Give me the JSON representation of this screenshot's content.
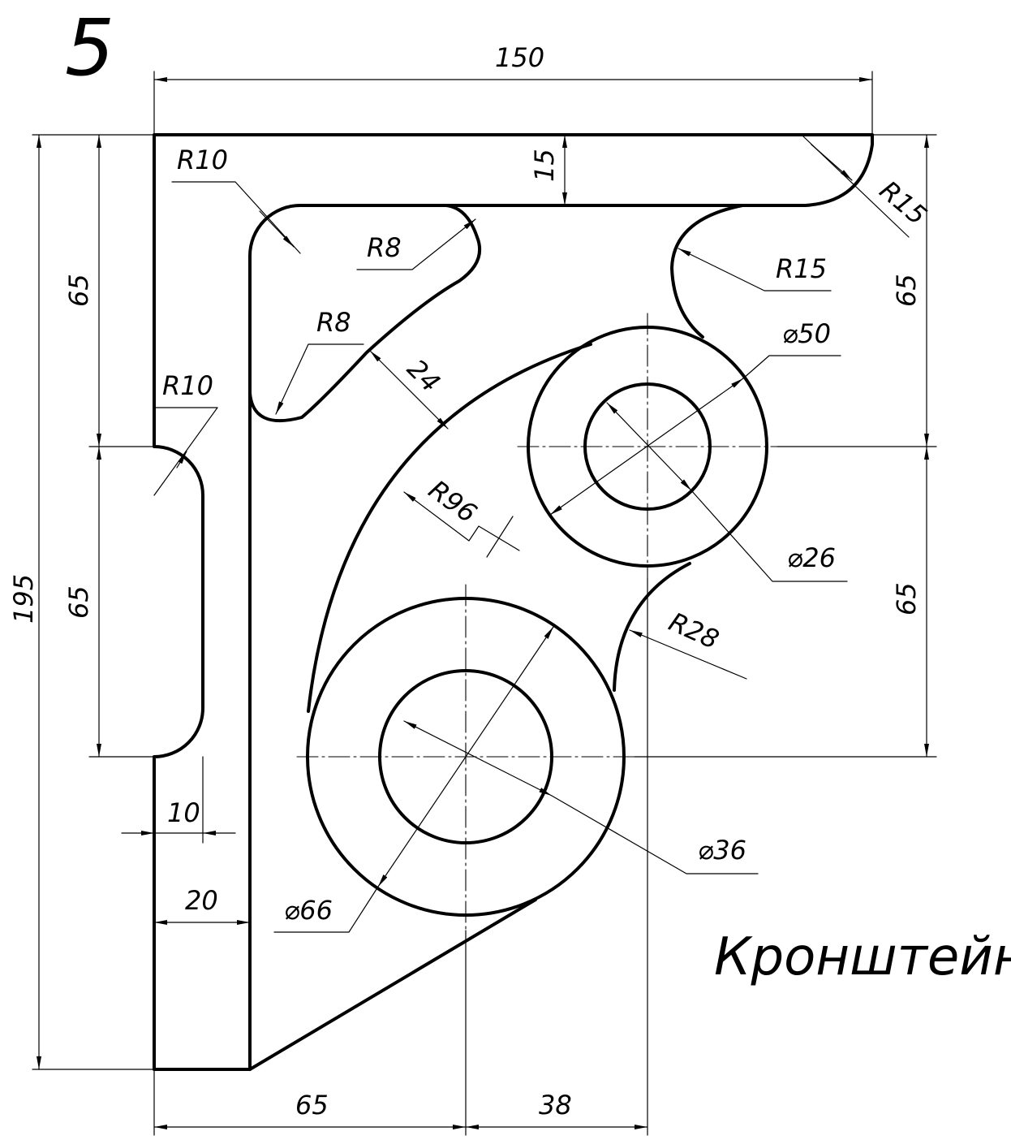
{
  "sheet": {
    "number": "5",
    "title": "Кронштейн"
  },
  "dimensions": {
    "overall_width": "150",
    "top_flange": "15",
    "overall_height": "195",
    "left_upper": "65",
    "left_middle": "65",
    "right_upper": "65",
    "right_lower": "65",
    "bottom_left": "65",
    "bottom_right": "38",
    "slot_depth": "10",
    "wall_thickness": "20",
    "rib_width": "24",
    "r10_corner": "R10",
    "r8_upper": "R8",
    "r8_lower": "R8",
    "r10_slot": "R10",
    "r15_top": "R15",
    "r15_side": "R15",
    "r96": "R96",
    "r28": "R28",
    "d50": "⌀50",
    "d26": "⌀26",
    "d66": "⌀66",
    "d36": "⌀36"
  }
}
